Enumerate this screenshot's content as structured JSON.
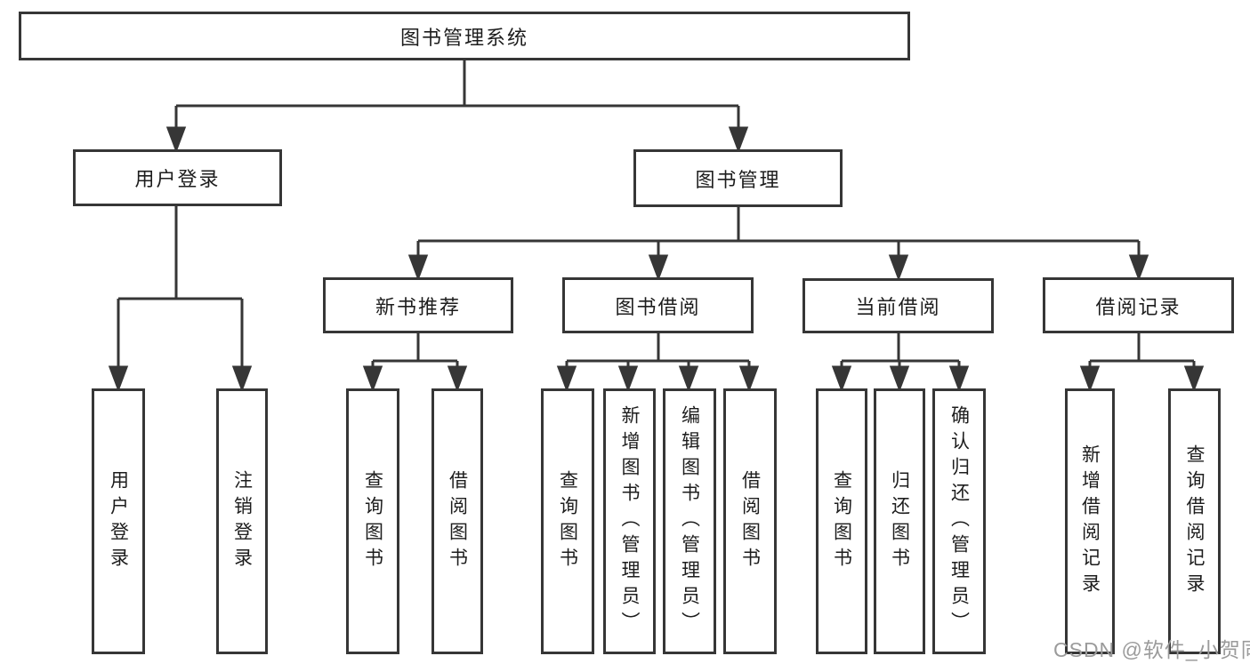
{
  "diagram": {
    "root": {
      "label": "图书管理系统"
    },
    "level2": [
      {
        "label": "用户登录"
      },
      {
        "label": "图书管理"
      }
    ],
    "level3": [
      {
        "label": "新书推荐"
      },
      {
        "label": "图书借阅"
      },
      {
        "label": "当前借阅"
      },
      {
        "label": "借阅记录"
      }
    ],
    "leaves": [
      {
        "label": "用户登录"
      },
      {
        "label": "注销登录"
      },
      {
        "label": "查询图书"
      },
      {
        "label": "借阅图书"
      },
      {
        "label": "查询图书"
      },
      {
        "label": "新增图书（管理员）"
      },
      {
        "label": "编辑图书（管理员）"
      },
      {
        "label": "借阅图书"
      },
      {
        "label": "查询图书"
      },
      {
        "label": "归还图书"
      },
      {
        "label": "确认归还（管理员）"
      },
      {
        "label": "新增借阅记录"
      },
      {
        "label": "查询借阅记录"
      }
    ]
  },
  "watermark": {
    "text": "CSDN @软件_小贺同学"
  },
  "colors": {
    "line": "#363636",
    "border": "#363636",
    "text": "#1d1d1d",
    "watermark": "#9b9b9b",
    "background": "#ffffff"
  }
}
